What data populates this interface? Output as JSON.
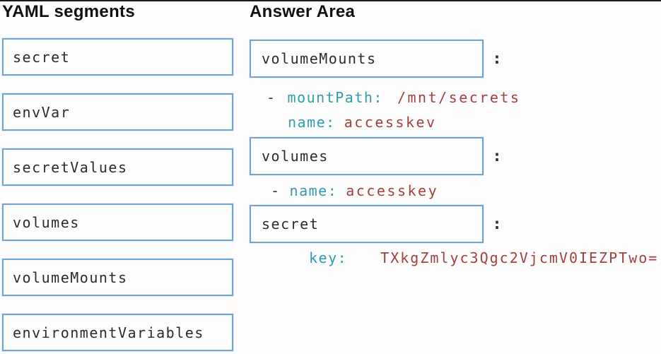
{
  "left_panel": {
    "title": "YAML segments",
    "segments": [
      "secret",
      "envVar",
      "secretValues",
      "volumes",
      "volumeMounts",
      "environmentVariables"
    ]
  },
  "answer_area": {
    "title": "Answer Area",
    "colon": ":",
    "slots": [
      "volumeMounts",
      "volumes",
      "secret"
    ],
    "yaml_lines": [
      {
        "dash": "-",
        "key": "mountPath:",
        "value": "/mnt/secrets"
      },
      {
        "dash": "",
        "key": "name:",
        "value": "accesskev"
      },
      {
        "dash": "-",
        "key": "name:",
        "value": "accesskey"
      },
      {
        "dash": "",
        "key": "key:",
        "value": "TXkgZmlyc3Qgc2VjcmV0IEZPTwo="
      }
    ]
  },
  "colors": {
    "box_border": "#6fa5ce",
    "key_teal": "#2f9dab",
    "value_red": "#a53e3e",
    "header_text": "#111111",
    "label_text": "#2b2b2b"
  }
}
